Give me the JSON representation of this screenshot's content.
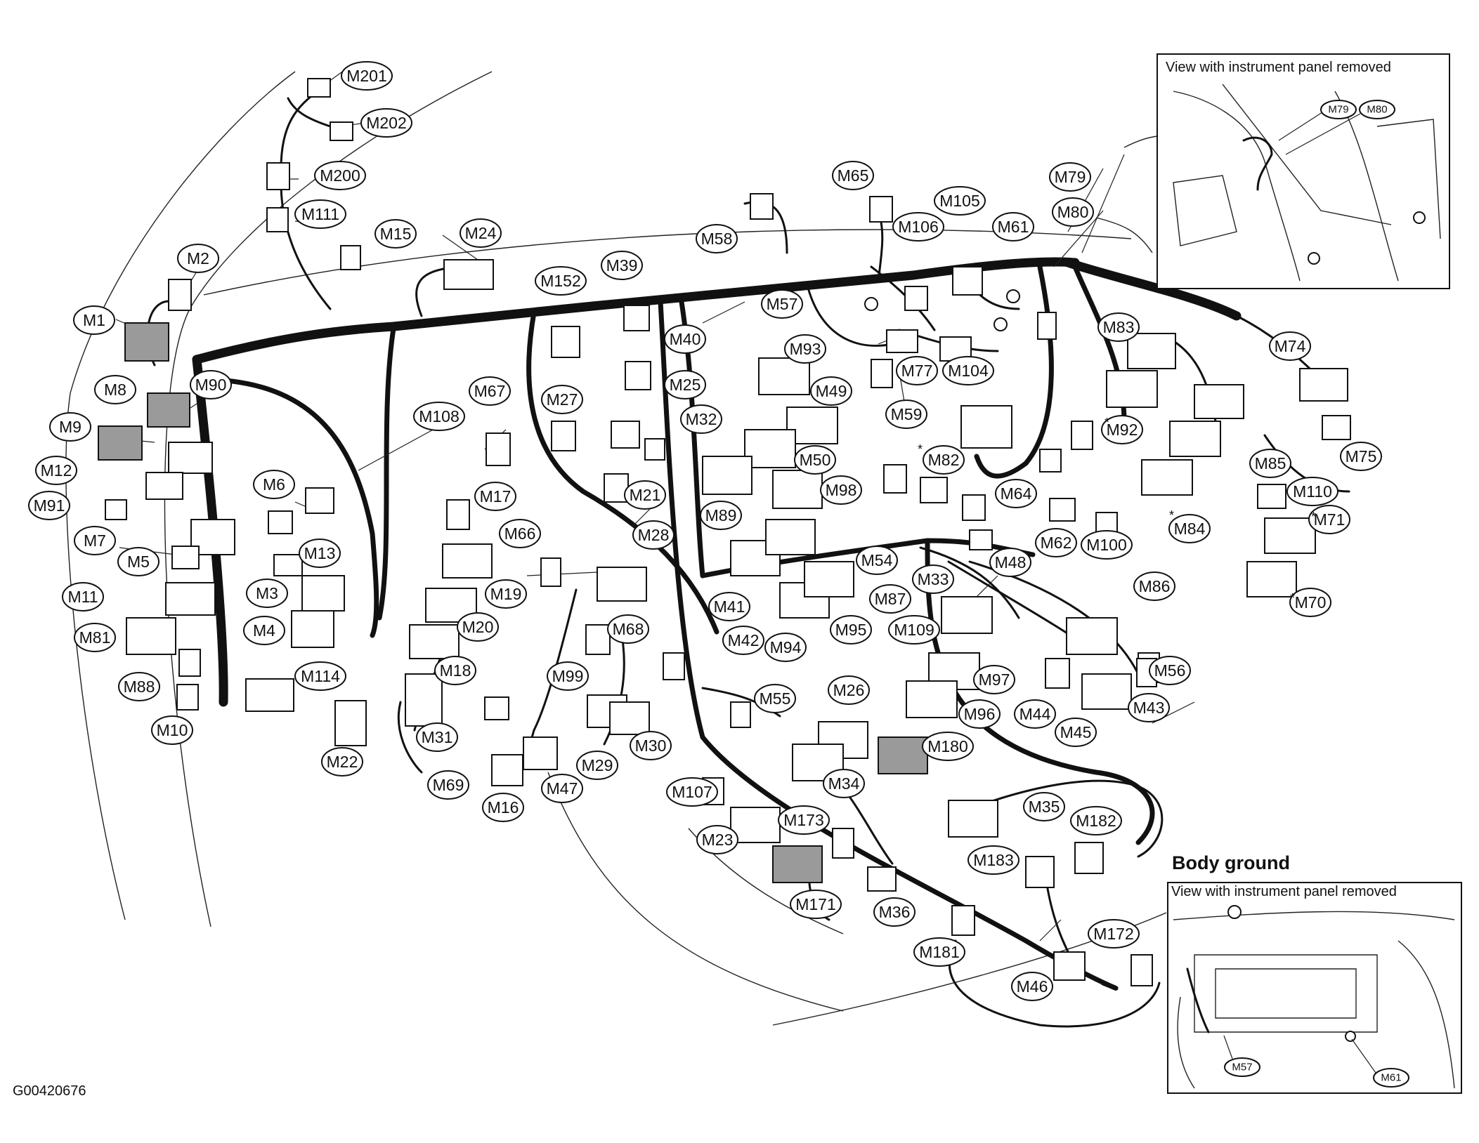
{
  "diagram_code": "G00420676",
  "body_ground_heading": "Body ground",
  "inset_caption_top": "View with instrument panel removed",
  "inset_caption_bottom": "View with instrument panel removed",
  "inset_top_labels": [
    "M79",
    "M80"
  ],
  "inset_bottom_labels": [
    "M57",
    "M61"
  ],
  "labels": [
    "M201",
    "M202",
    "M200",
    "M111",
    "M15",
    "M24",
    "M2",
    "M1",
    "M8",
    "M90",
    "M9",
    "M12",
    "M91",
    "M6",
    "M7",
    "M5",
    "M13",
    "M11",
    "M3",
    "M4",
    "M81",
    "M114",
    "M88",
    "M10",
    "M108",
    "M67",
    "M17",
    "M66",
    "M19",
    "M20",
    "M18",
    "M22",
    "M31",
    "M69",
    "M16",
    "M47",
    "M152",
    "M39",
    "M27",
    "M40",
    "M25",
    "M32",
    "M21",
    "M28",
    "M68",
    "M99",
    "M29",
    "M30",
    "M58",
    "M65",
    "M57",
    "M106",
    "M105",
    "M61",
    "M79",
    "M80",
    "M93",
    "M49",
    "M50",
    "M59",
    "M77",
    "M104",
    "M98",
    "M82",
    "M89",
    "M54",
    "M33",
    "M48",
    "M41",
    "M42",
    "M94",
    "M95",
    "M87",
    "M109",
    "M97",
    "M96",
    "M44",
    "M45",
    "M43",
    "M56",
    "M55",
    "M26",
    "M180",
    "M34",
    "M107",
    "M23",
    "M173",
    "M171",
    "M36",
    "M35",
    "M182",
    "M183",
    "M181",
    "M172",
    "M46",
    "M83",
    "M92",
    "M74",
    "M75",
    "M85",
    "M110",
    "M71",
    "M84",
    "M86",
    "M70",
    "M64",
    "M62",
    "M100"
  ]
}
